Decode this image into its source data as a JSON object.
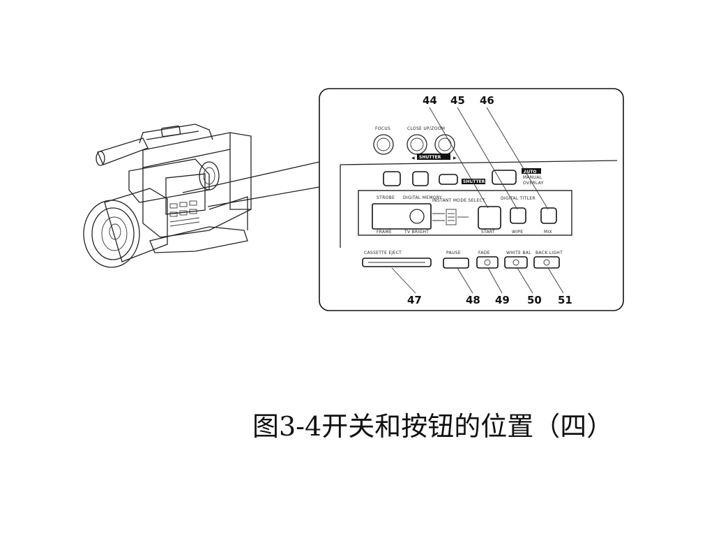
{
  "caption": "图3-4开关和按钮的位置（四）",
  "callouts": {
    "c44": "44",
    "c45": "45",
    "c46": "46",
    "c47": "47",
    "c48": "48",
    "c49": "49",
    "c50": "50",
    "c51": "51"
  },
  "panel_labels": {
    "shutter": "SHUTTER",
    "shutter_small": "SHUTTER",
    "auto": "AUTO",
    "manual": "MANUAL",
    "overlay": "OVERLAY",
    "digital_title": "DIGITAL TITLER",
    "strobe": "STROBE",
    "digital_memory": "DIGITAL MEMORY",
    "instant_mode": "INSTANT MODE SELECT",
    "frame": "FRAME",
    "tv_bright": "TV BRIGHT",
    "start": "START",
    "wipe": "WIPE",
    "mix": "MIX",
    "focus": "FOCUS",
    "close_up": "CLOSE UP/ZOOM",
    "cassette_eject": "CASSETTE EJECT",
    "pause": "PAUSE",
    "fade": "FADE",
    "white_bal": "WHITE BAL",
    "backlight": "BACK LIGHT"
  }
}
